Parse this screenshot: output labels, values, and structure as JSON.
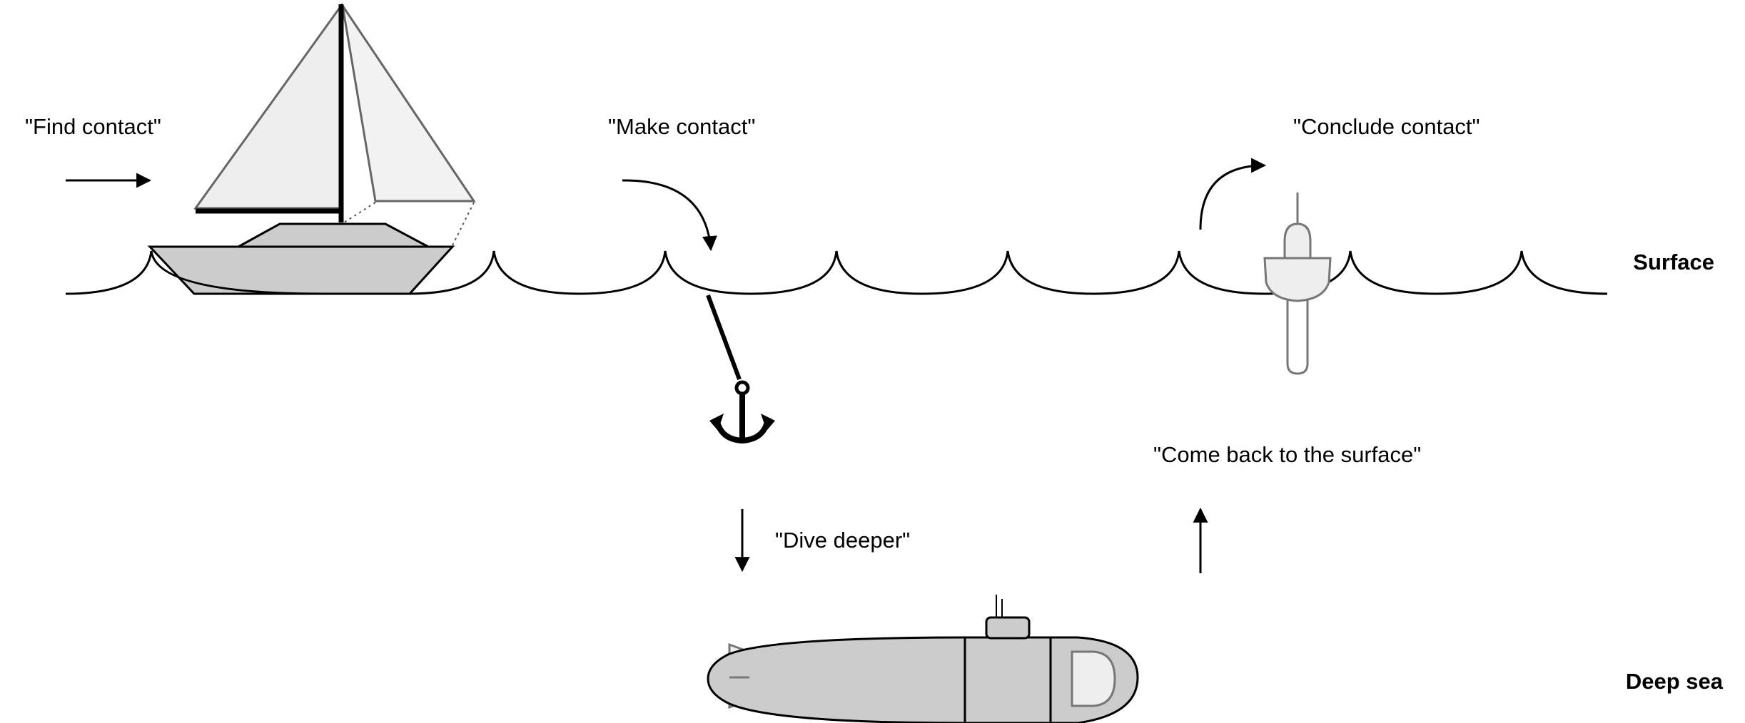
{
  "steps": {
    "find": "\"Find contact\"",
    "make": "\"Make contact\"",
    "conclude": "\"Conclude contact\"",
    "dive": "\"Dive deeper\"",
    "come_back": "\"Come back to the surface\""
  },
  "zones": {
    "surface": "Surface",
    "deep_sea": "Deep sea"
  },
  "colors": {
    "stroke": "#000000",
    "hull_fill": "#cccccc",
    "sail_fill": "#eeeeee",
    "buoy_stroke": "#777777",
    "buoy_fill": "#eeeeee"
  }
}
